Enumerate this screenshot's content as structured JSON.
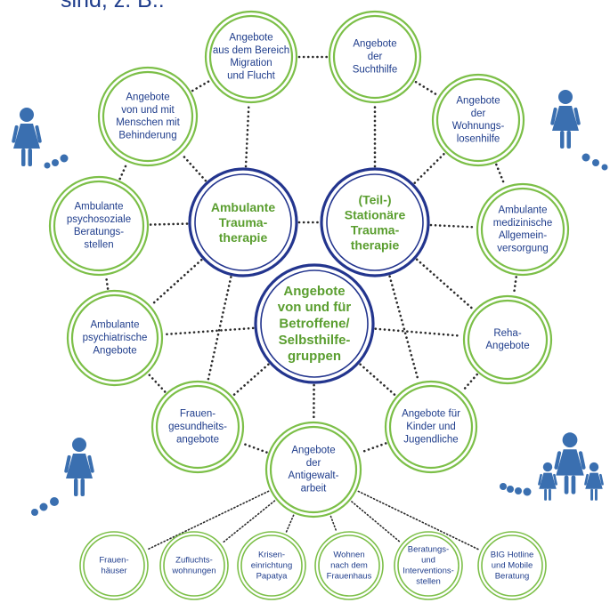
{
  "heading": "sind, z. B.:",
  "colors": {
    "navy": "#23358e",
    "green": "#7cbf48",
    "green_text": "#5a9e2f",
    "label_blue": "#1f3d8c",
    "dots": "#2a2a2a",
    "person": "#3a6fb0"
  },
  "core_nodes": [
    {
      "id": "ambulante-traumatherapie",
      "lines": [
        "Ambulante",
        "Trauma-",
        "therapie"
      ]
    },
    {
      "id": "stationaere-traumatherapie",
      "lines": [
        "(Teil-)",
        "Stationäre",
        "Trauma-",
        "therapie"
      ]
    },
    {
      "id": "betroffene-selbsthilfe",
      "lines": [
        "Angebote",
        "von und für",
        "Betroffene/",
        "Selbsthilfe-",
        "gruppen"
      ]
    }
  ],
  "ring_nodes": [
    {
      "id": "migration-flucht",
      "lines": [
        "Angebote",
        "aus dem Bereich",
        "Migration",
        "und Flucht"
      ]
    },
    {
      "id": "suchthilfe",
      "lines": [
        "Angebote",
        "der",
        "Suchthilfe"
      ]
    },
    {
      "id": "wohnungslosenhilfe",
      "lines": [
        "Angebote",
        "der",
        "Wohnungs-",
        "losenhilfe"
      ]
    },
    {
      "id": "behinderung",
      "lines": [
        "Angebote",
        "von und mit",
        "Menschen mit",
        "Behinderung"
      ]
    },
    {
      "id": "psychosoziale-beratung",
      "lines": [
        "Ambulante",
        "psychosoziale",
        "Beratungs-",
        "stellen"
      ]
    },
    {
      "id": "allgemeinversorgung",
      "lines": [
        "Ambulante",
        "medizinische",
        "Allgemein-",
        "versorgung"
      ]
    },
    {
      "id": "psychiatrische-angebote",
      "lines": [
        "Ambulante",
        "psychiatrische",
        "Angebote"
      ]
    },
    {
      "id": "reha-angebote",
      "lines": [
        "Reha-",
        "Angebote"
      ]
    },
    {
      "id": "frauengesundheit",
      "lines": [
        "Frauen-",
        "gesundheits-",
        "angebote"
      ]
    },
    {
      "id": "kinder-jugendliche",
      "lines": [
        "Angebote für",
        "Kinder und",
        "Jugendliche"
      ]
    },
    {
      "id": "antigewaltarbeit",
      "lines": [
        "Angebote",
        "der",
        "Antigewalt-",
        "arbeit"
      ]
    }
  ],
  "bottom_nodes": [
    {
      "id": "frauenhaeuser",
      "lines": [
        "Frauen-",
        "häuser"
      ]
    },
    {
      "id": "zufluchtswohnungen",
      "lines": [
        "Zufluchts-",
        "wohnungen"
      ]
    },
    {
      "id": "krisen-papatya",
      "lines": [
        "Krisen-",
        "einrichtung",
        "Papatya"
      ]
    },
    {
      "id": "wohnen-frauenhaus",
      "lines": [
        "Wohnen",
        "nach dem",
        "Frauenhaus"
      ]
    },
    {
      "id": "interventionsstellen",
      "lines": [
        "Beratungs-",
        "und",
        "Interventions-",
        "stellen"
      ]
    },
    {
      "id": "big-hotline",
      "lines": [
        "BIG Hotline",
        "und Mobile",
        "Beratung"
      ]
    }
  ]
}
